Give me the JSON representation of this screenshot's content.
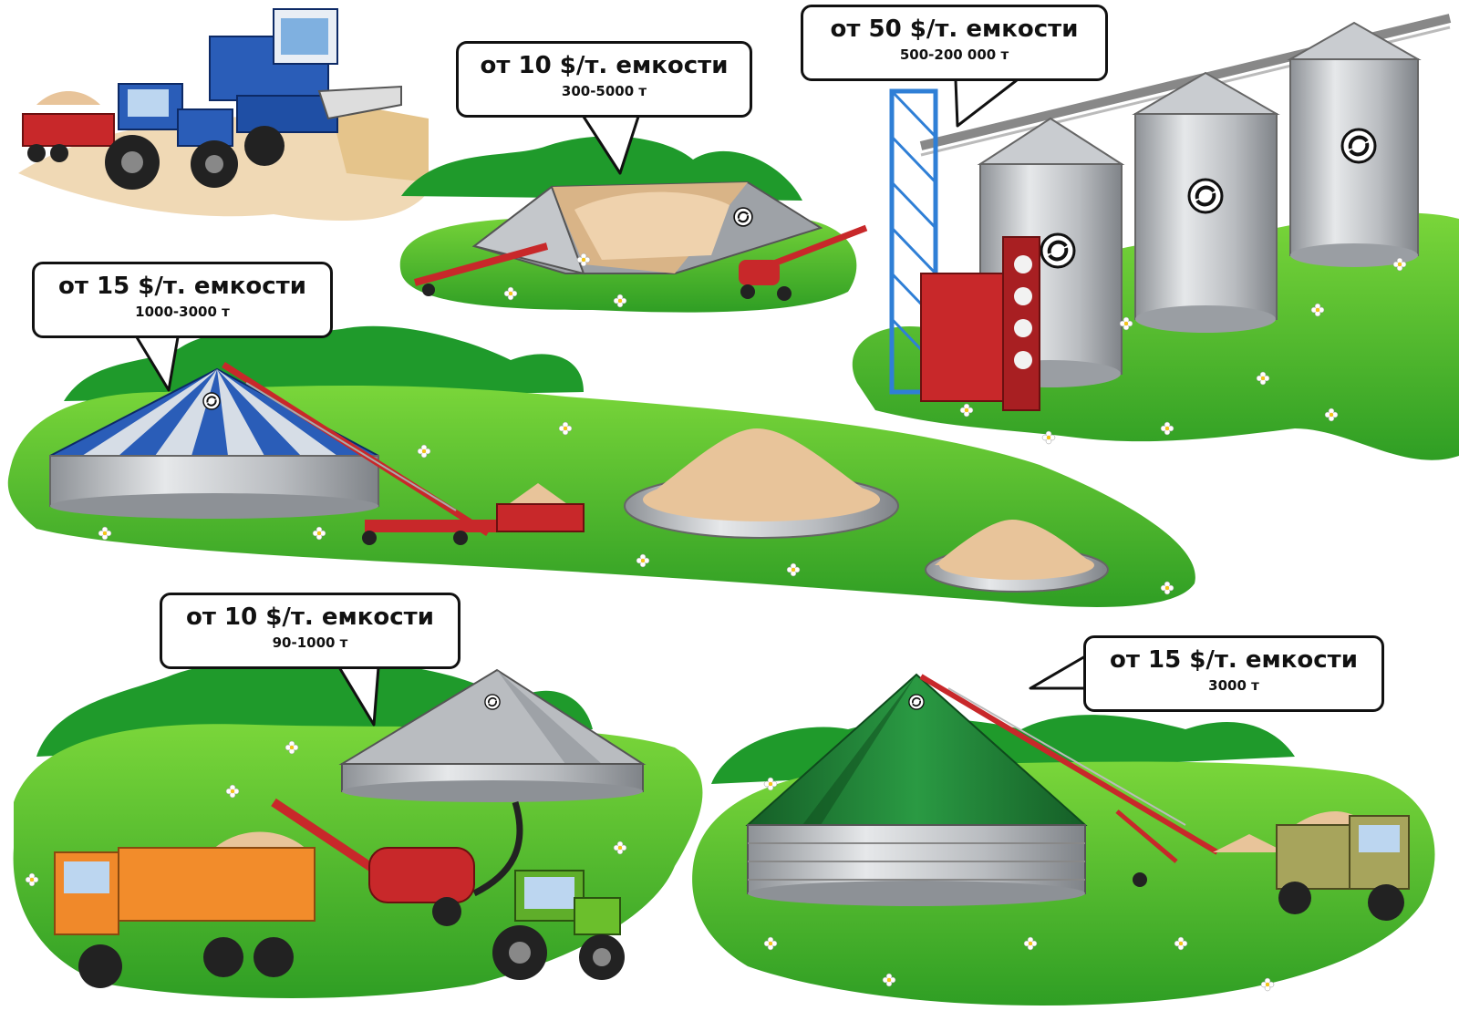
{
  "colors": {
    "grass": "#3fb52c",
    "grass_light": "#7ad63a",
    "bush": "#1f9a2b",
    "grain": "#e8c49a",
    "steel": "#b9bcc0",
    "steel_dark": "#8d9196",
    "blue": "#2a5db8",
    "red": "#c8282a",
    "green_tent": "#1e7d34",
    "orange": "#f0892a",
    "olive": "#a7a45c",
    "callout_border": "#111111"
  },
  "callouts": [
    {
      "id": "steel-silos",
      "price": "от 50 $/т. емкости",
      "capacity": "500-200 000 т"
    },
    {
      "id": "hangar",
      "price": "от 10 $/т. емкости",
      "capacity": "300-5000 т"
    },
    {
      "id": "tent-storage",
      "price": "от 15 $/т. емкости",
      "capacity": "1000-3000 т"
    },
    {
      "id": "cone-storage",
      "price": "от 10 $/т. емкости",
      "capacity": "90-1000 т"
    },
    {
      "id": "green-tent-storage",
      "price": "от 15 $/т. емкости",
      "capacity": "3000 т"
    }
  ],
  "icons": {
    "silo_logo": "logo-swirl-icon",
    "flower": "daisy-icon"
  }
}
